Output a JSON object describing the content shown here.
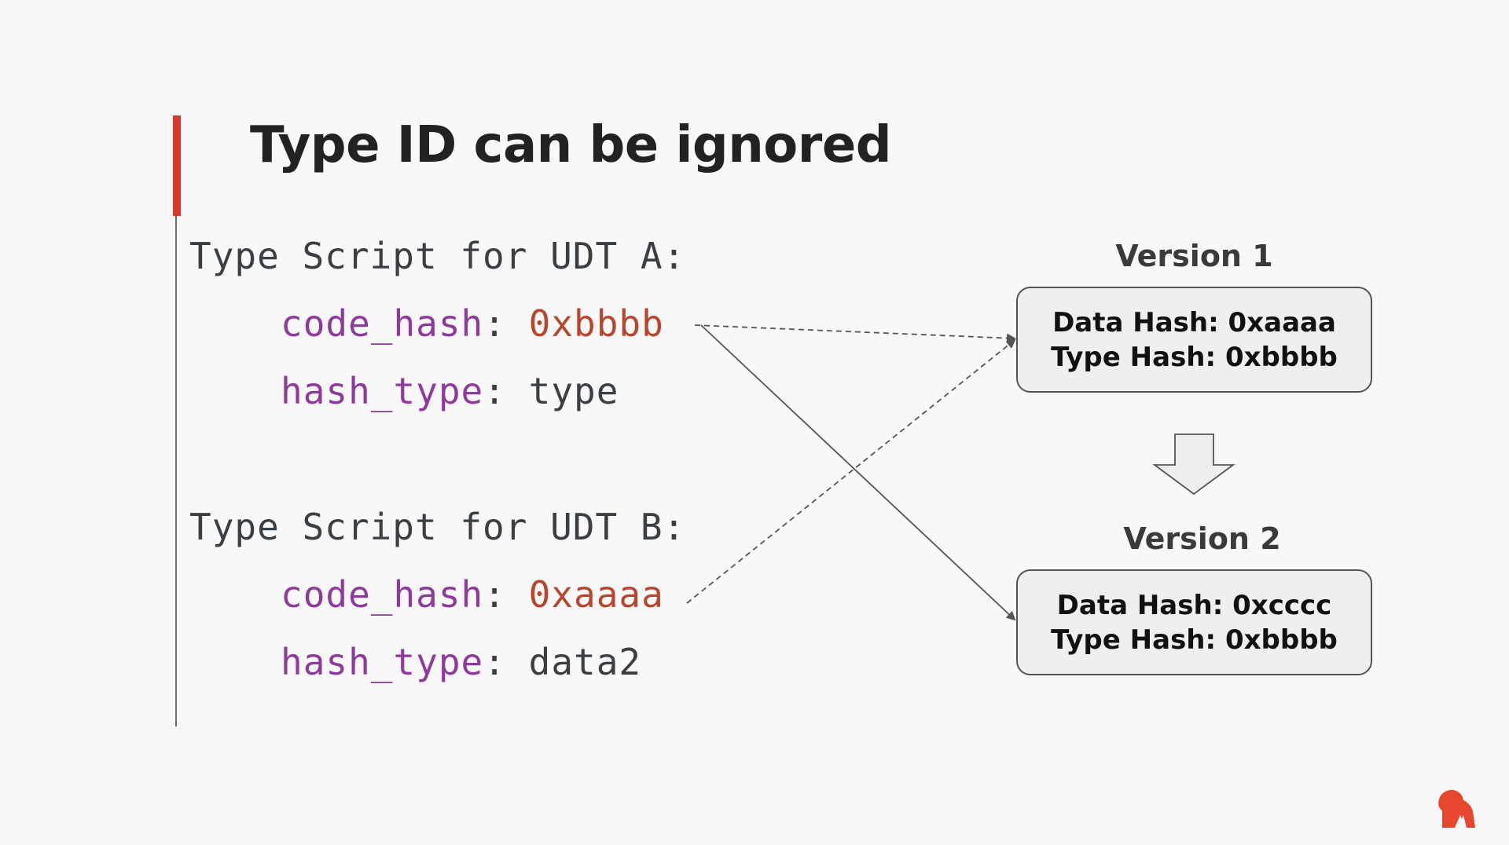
{
  "slide": {
    "title": "Type ID can be ignored",
    "accent_color": "#d93a2b"
  },
  "udt_a": {
    "heading": "Type Script for UDT A:",
    "code_hash_key": "code_hash",
    "code_hash_value": "0xbbbb",
    "hash_type_key": "hash_type",
    "hash_type_value": "type"
  },
  "udt_b": {
    "heading": "Type Script for UDT B:",
    "code_hash_key": "code_hash",
    "code_hash_value": "0xaaaa",
    "hash_type_key": "hash_type",
    "hash_type_value": "data2"
  },
  "separator": ":",
  "version1": {
    "label": "Version 1",
    "data_hash": "Data Hash: 0xaaaa",
    "type_hash": "Type Hash: 0xbbbb"
  },
  "version2": {
    "label": "Version 2",
    "data_hash": "Data Hash: 0xcccc",
    "type_hash": "Type Hash: 0xbbbb"
  },
  "connections": [
    {
      "from": "udt_a.code_hash",
      "to": "version1",
      "style": "dashed"
    },
    {
      "from": "udt_a.code_hash",
      "to": "version2",
      "style": "solid"
    },
    {
      "from": "udt_b.code_hash",
      "to": "version1",
      "style": "dashed"
    }
  ],
  "icons": {
    "upgrade_arrow": "down-arrow-icon",
    "logo": "logo-icon"
  },
  "colors": {
    "key": "#8e3a9c",
    "value": "#b8462e",
    "text": "#3a3f44"
  }
}
